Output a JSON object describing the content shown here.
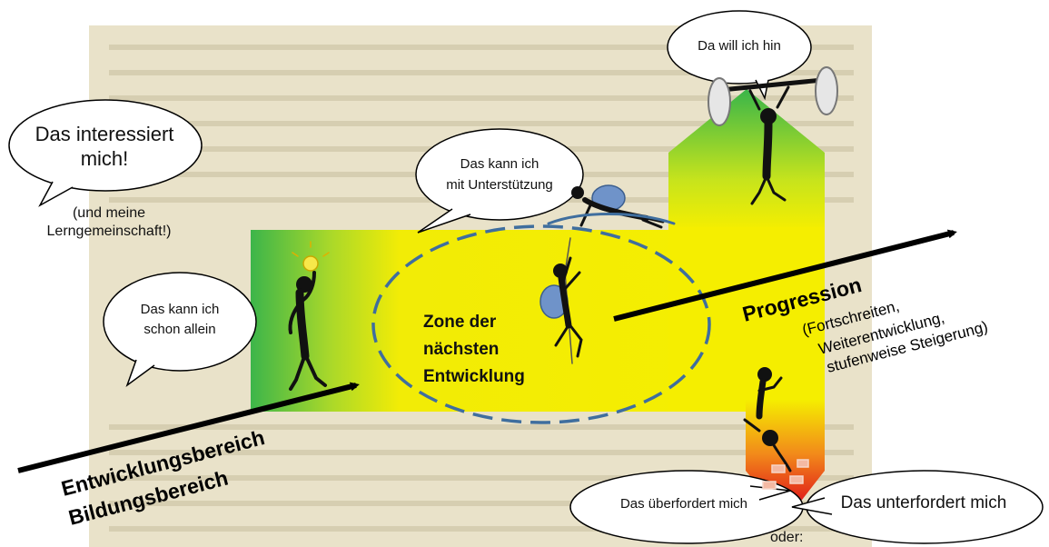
{
  "colors": {
    "paper_background": "#e9e2c9",
    "shape_green": "#39b54a",
    "shape_yellow": "#f5ee00",
    "shape_red": "#e32b1a",
    "shape_purple": "#c8147a",
    "zone_outline": "#3f6e9e",
    "arrow": "#000000"
  },
  "speech_bubbles": {
    "interest": "Das interessiert mich!",
    "interest_note_line1": "(und meine",
    "interest_note_line2": "Lerngemeinschaft!)",
    "can_alone_line1": "Das kann ich",
    "can_alone_line2": "schon allein",
    "can_with_support_line1": "Das kann ich",
    "can_with_support_line2": "mit Unterstützung",
    "want_to_go": "Da will ich hin",
    "overwhelms": "Das überfordert mich",
    "underwhelms": "Das unterfordert mich",
    "or_word": "oder:"
  },
  "zone": {
    "line1": "Zone der",
    "line2": "nächsten",
    "line3": "Entwicklung"
  },
  "labels": {
    "development_area": "Entwicklungsbereich",
    "education_area": "Bildungsbereich",
    "progression": "Progression",
    "progression_note_line1": "(Fortschreiten,",
    "progression_note_line2": "Weiterentwicklung,",
    "progression_note_line3": "stufenweise Steigerung)"
  },
  "icons": {
    "figure_idea": "lightbulb-stick-figure-icon",
    "figure_climber": "climbing-stick-figure-icon",
    "figure_helper": "helping-stick-figure-icon",
    "figure_weightlifter": "weightlifter-stick-figure-icon",
    "figure_falling": "falling-stick-figure-icon"
  }
}
